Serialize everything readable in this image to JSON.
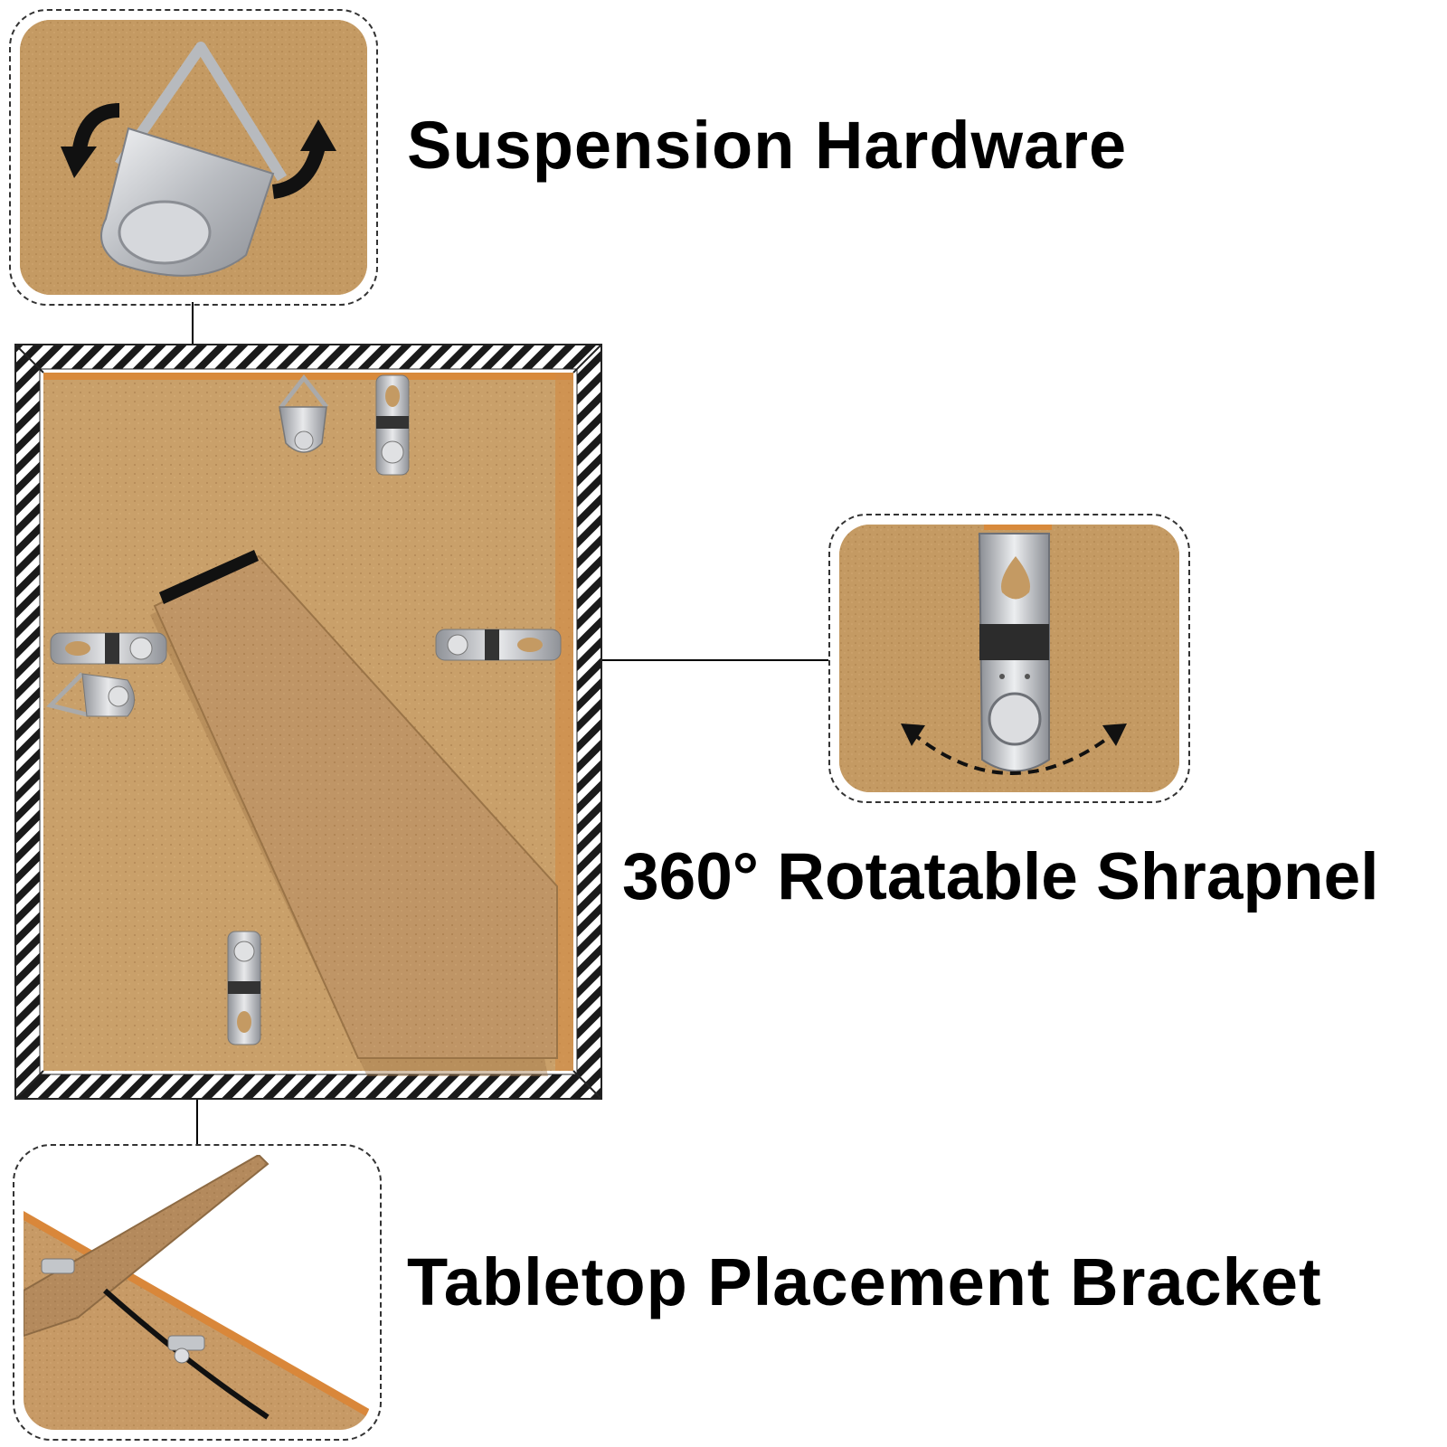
{
  "labels": {
    "suspension": "Suspension Hardware",
    "rotatable": "360° Rotatable Shrapnel",
    "tabletop": "Tabletop Placement Bracket"
  },
  "colors": {
    "board": "#c49a63",
    "board_dark": "#b88a52",
    "metal": "#c9ccd0",
    "frame_stripe": "#1a1a1a",
    "text": "#000000"
  },
  "icons": {
    "rotate_arrows": "curved-arrows-icon",
    "swing_arrow": "dashed-arc-arrow-icon"
  }
}
